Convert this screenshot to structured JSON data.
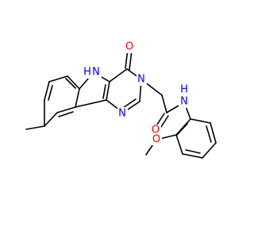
{
  "colors": {
    "bond": "#000000",
    "carbon_label": "#000000",
    "nitrogen": "#0000ff",
    "oxygen": "#ff0000",
    "background": "#ffffff"
  },
  "atom_labels": {
    "indole_nh": "H",
    "indole_n": "N",
    "carbonyl_o_ring": "O",
    "ring_n3": "N",
    "ring_n1": "N",
    "amide_o": "O",
    "amide_n": "N",
    "amide_h": "H",
    "ether_o": "O"
  }
}
